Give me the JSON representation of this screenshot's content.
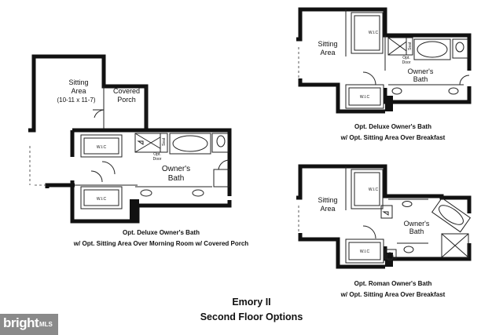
{
  "plan_left": {
    "sitting_label": "Sitting",
    "sitting_label_2": "Area",
    "sitting_dims": "(10-11 x 11-7)",
    "porch_label": "Covered",
    "porch_label_2": "Porch",
    "wic_upper": "W.I.C",
    "wic_lower": "W.I.C",
    "seat": "Seat",
    "opt_door": "Opt.",
    "opt_door_2": "Door",
    "bath_label": "Owner's",
    "bath_label_2": "Bath",
    "caption_line1": "Opt. Deluxe Owner's Bath",
    "caption_line2": "w/ Opt. Sitting Area Over Morning Room w/ Covered Porch"
  },
  "plan_top_right": {
    "sitting_label": "Sitting",
    "sitting_label_2": "Area",
    "wic_upper": "W.I.C",
    "wic_lower": "W.I.C",
    "seat": "Seat",
    "opt_door": "Opt.",
    "opt_door_2": "Door",
    "bath_label": "Owner's",
    "bath_label_2": "Bath",
    "caption_line1": "Opt. Deluxe Owner's Bath",
    "caption_line2": "w/ Opt. Sitting Area Over Breakfast"
  },
  "plan_bottom_right": {
    "sitting_label": "Sitting",
    "sitting_label_2": "Area",
    "wic_upper": "W.I.C",
    "wic_lower": "W.I.C",
    "bath_label": "Owner's",
    "bath_label_2": "Bath",
    "caption_line1": "Opt. Roman Owner's Bath",
    "caption_line2": "w/ Opt. Sitting Area Over Breakfast"
  },
  "footer": {
    "title_line1": "Emory II",
    "title_line2": "Second Floor Options"
  },
  "watermark": {
    "brand": "bright",
    "suffix": "MLS"
  }
}
